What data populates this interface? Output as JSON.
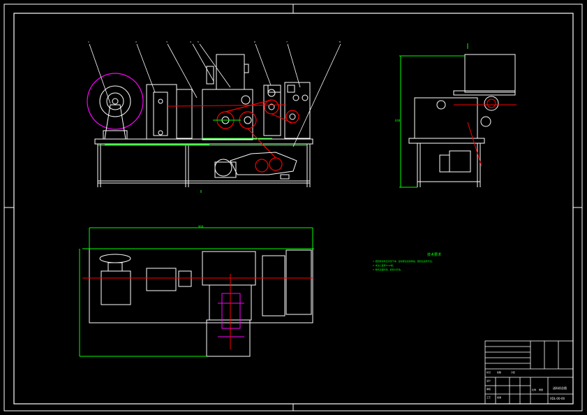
{
  "drawing": {
    "callouts": [
      "1",
      "2",
      "3",
      "4",
      "5",
      "6",
      "7",
      "8"
    ],
    "dimensions": {
      "top_view_overall": "960",
      "side_view_height": "640"
    },
    "notes_title": "技术要求",
    "notes_lines": [
      "1.装配前零件应清洗干净，运动部位加润滑油，装配后运转灵活。",
      "2.未注公差按IT12级。",
      "3.整机表面喷漆，颜色为灰色。"
    ],
    "title_block": {
      "drawing_name": "送料机总图",
      "drawing_number": "XDL-00-00",
      "labels": [
        "标记",
        "处数",
        "分区",
        "设计",
        "审核",
        "工艺",
        "批准",
        "比例",
        "重量"
      ]
    }
  },
  "colors": {
    "background": "#000000",
    "outline": "#ffffff",
    "dimension": "#00ff00",
    "centerline": "#ff0000",
    "reel": "#ff00ff"
  }
}
